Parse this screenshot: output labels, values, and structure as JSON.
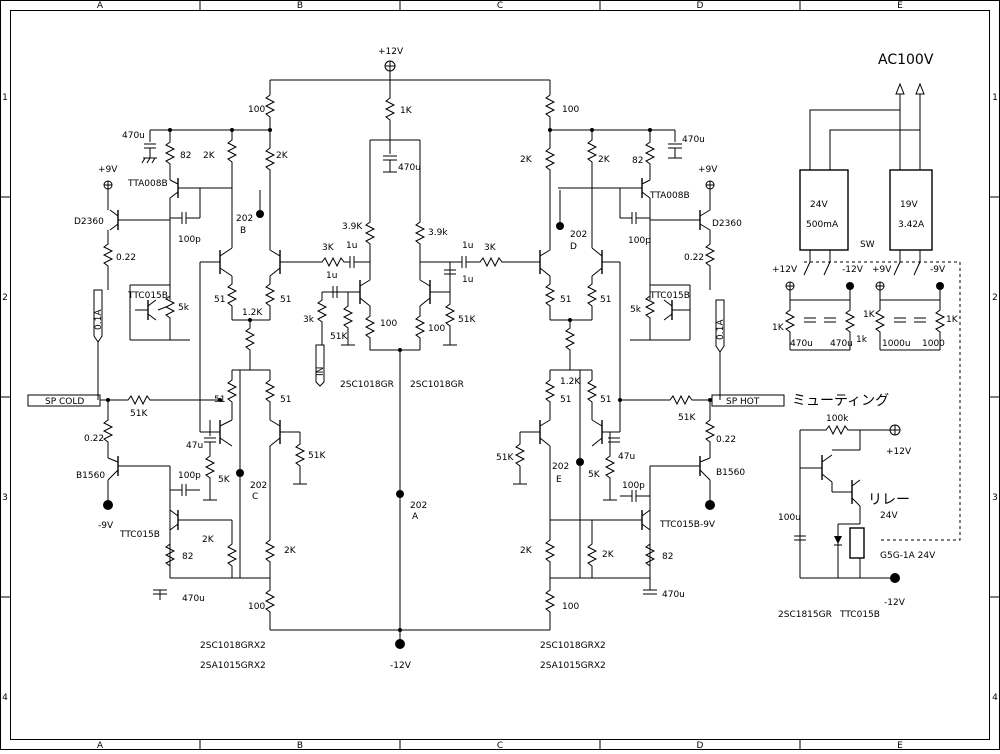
{
  "grid": {
    "columns": [
      "A",
      "B",
      "C",
      "D",
      "E"
    ],
    "rows": [
      "1",
      "2",
      "3",
      "4"
    ]
  },
  "power": {
    "vplus": "+12V",
    "vminus": "-12V",
    "p9": "+9V",
    "m9": "-9V",
    "ac": "AC100V"
  },
  "left": {
    "r100_top": "100",
    "c470_top": "470u",
    "r82_top": "82",
    "r2k_a": "2K",
    "r2k_b": "2K",
    "tr_tta": "TTA008B",
    "tr_d2360": "D2360",
    "c100p_top": "100p",
    "led202b": "202",
    "led202b_letter": "B",
    "r022_top": "0.22",
    "tr_ttc_vbe": "TTC015B",
    "pot5k": "5k",
    "fuse": "0.1A",
    "r51_a": "51",
    "r51_b": "51",
    "r12k": "1.2K",
    "r51_c": "51",
    "r51_d": "51",
    "r51k_fb": "51K",
    "sp_cold": "SP COLD",
    "r022_bot": "0.22",
    "c47u": "47u",
    "r5k": "5K",
    "led202c": "202",
    "led202c_letter": "C",
    "r51k_c": "51K",
    "tr_b1560": "B1560",
    "c100p_bot": "100p",
    "ttc_bot": "TTC015B",
    "r82_bot": "82",
    "c470_bot": "470u",
    "r2k_c": "2K",
    "r2k_d": "2K",
    "r100_bot": "100",
    "note1": "2SC1018GRX2",
    "note2": "2SA1015GRX2"
  },
  "center": {
    "r1k": "1K",
    "c470": "470u",
    "r39k_l": "3.9K",
    "r39k_r": "3.9k",
    "r3k_l": "3K",
    "c1u_l": "1u",
    "c1u_in": "1u",
    "r3k_in": "3k",
    "r51k_l": "51K",
    "in_label": "IN",
    "r100_l": "100",
    "q_l": "2SC1018GR",
    "c1u_r": "1u",
    "r3k_r": "3K",
    "c1u_r2": "1u",
    "r100_r": "100",
    "r51k_r": "51K",
    "q_r": "2SC1018GR",
    "led202a": "202",
    "led202a_letter": "A"
  },
  "right": {
    "r100_top": "100",
    "c470_top": "470u",
    "r2k_a": "2K",
    "r2k_b": "2K",
    "r82_top": "82",
    "tr_tta": "TTA008B",
    "tr_d2360": "D2360",
    "c100p_top": "100p",
    "led202d": "202",
    "led202d_letter": "D",
    "r022_top": "0.22",
    "tr_ttc_vbe": "TTC015B",
    "pot5k": "5k",
    "fuse": "0.1A",
    "r51_a": "51",
    "r51_b": "51",
    "r12k": "1.2K",
    "r51_c": "51",
    "r51_d": "51",
    "r51k_fb": "51K",
    "sp_hot": "SP HOT",
    "r51k_e": "51K",
    "led202e": "202",
    "led202e_letter": "E",
    "r5k": "5K",
    "c47u": "47u",
    "r022_bot": "0.22",
    "tr_b1560": "B1560",
    "c100p_bot": "100p",
    "ttc_bot": "TTC015B-9V",
    "r2k_c": "2K",
    "r2k_d": "2K",
    "r82_bot": "82",
    "c470_bot": "470u",
    "r100_bot": "100",
    "note1": "2SC1018GRX2",
    "note2": "2SA1015GRX2"
  },
  "psu": {
    "t1_v": "24V",
    "t1_a": "500mA",
    "t2_v": "19V",
    "t2_a": "3.42A",
    "sw": "SW",
    "p12": "+12V",
    "m12": "-12V",
    "p9": "+9V",
    "m9": "-9V",
    "r1k_a": "1K",
    "c470_a": "470u",
    "c470_b": "470u",
    "r1k_b": "1k",
    "r1k_c": "1K",
    "c1000_a": "1000u",
    "c1000_b": "1000",
    "r1k_d": "1K"
  },
  "mute": {
    "title": "ミューティング",
    "r100k": "100k",
    "p12": "+12V",
    "relay_label": "リレー",
    "v24": "24V",
    "c100u": "100u",
    "relay": "G5G-1A 24V",
    "m12": "-12V",
    "tr1": "2SC1815GR",
    "tr2": "TTC015B"
  }
}
